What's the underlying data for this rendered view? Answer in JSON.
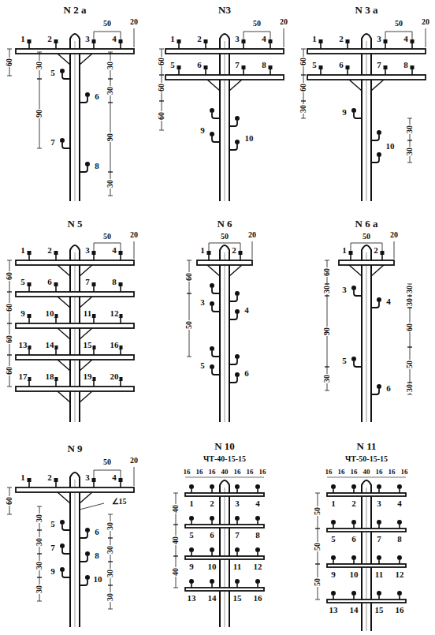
{
  "diagram": {
    "labels": [
      "N 2 a",
      "1",
      "2",
      "3",
      "4",
      "50",
      "20",
      "60",
      "30",
      "90",
      "30",
      "30",
      "90",
      "30",
      "5",
      "6",
      "7",
      "8",
      "N3",
      "1",
      "2",
      "3",
      "4",
      "50",
      "20",
      "5",
      "6",
      "7",
      "8",
      "60",
      "60",
      "60",
      "9",
      "10",
      "N 3 a",
      "1",
      "2",
      "3",
      "4",
      "50",
      "20",
      "5",
      "6",
      "7",
      "8",
      "60",
      "60",
      "30",
      "9",
      "10",
      "30",
      "30",
      "N 5",
      "1",
      "2",
      "3",
      "4",
      "50",
      "20",
      "5",
      "6",
      "7",
      "8",
      "9",
      "10",
      "11",
      "12",
      "13",
      "14",
      "15",
      "16",
      "17",
      "18",
      "19",
      "20",
      "60",
      "60",
      "60",
      "60",
      "N 6",
      "1",
      "2",
      "50",
      "20",
      "60",
      "50",
      "3",
      "4",
      "5",
      "6",
      "N 6 a",
      "1",
      "2",
      "50",
      "20",
      "60",
      "30",
      "90",
      "30",
      "30",
      "30",
      "60",
      "50",
      "30",
      "3",
      "4",
      "5",
      "6",
      "N 9",
      "1",
      "2",
      "3",
      "4",
      "50",
      "20",
      "60",
      "∠15",
      "30",
      "30",
      "30",
      "30",
      "30",
      "30",
      "30",
      "30",
      "5",
      "6",
      "7",
      "8",
      "9",
      "10",
      "N 10",
      "ЧТ-40-15-15",
      "16",
      "16",
      "16",
      "40",
      "16",
      "16",
      "16",
      "1",
      "2",
      "3",
      "4",
      "5",
      "6",
      "7",
      "8",
      "9",
      "10",
      "11",
      "12",
      "13",
      "14",
      "15",
      "16",
      "40",
      "40",
      "40",
      "N 11",
      "ЧТ-50-15-15",
      "16",
      "16",
      "16",
      "40",
      "16",
      "16",
      "16",
      "1",
      "2",
      "3",
      "4",
      "5",
      "6",
      "7",
      "8",
      "9",
      "10",
      "11",
      "12",
      "13",
      "14",
      "15",
      "16",
      "50",
      "50",
      "50"
    ]
  }
}
